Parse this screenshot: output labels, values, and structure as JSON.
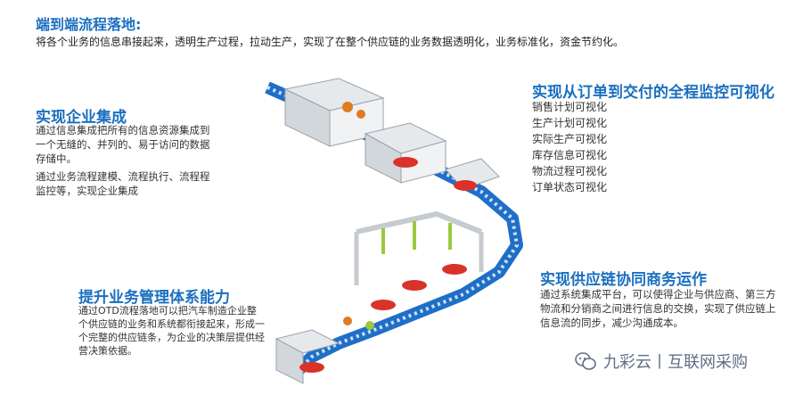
{
  "intro": {
    "title": "端到端流程落地:",
    "text": "将各个业务的信息串接起来，透明生产过程，拉动生产，实现了在整个供应链的业务数据透明化，业务标准化，资金节约化。"
  },
  "enterprise_integration": {
    "title": "实现企业集成",
    "para1": "通过信息集成把所有的信息资源集成到一个无缝的、并列的、易于访问的数据存储中。",
    "para2": "通过业务流程建模、流程执行、流程程监控等，实现企业集成"
  },
  "monitoring": {
    "title": "实现从订单到交付的全程监控可视化",
    "items": [
      "销售计划可视化",
      "生产计划可视化",
      "实际生产可视化",
      "库存信息可视化",
      "物流过程可视化",
      "订单状态可视化"
    ]
  },
  "supply_chain": {
    "title": "实现供应链协同商务运作",
    "text": "通过系统集成平台，可以使得企业与供应商、第三方物流和分销商之间进行信息的交换，实现了供应链上信息流的同步，减少沟通成本。"
  },
  "business_mgmt": {
    "title": "提升业务管理体系能力",
    "text": "通过OTD流程落地可以把汽车制造企业整个供应链的业务和系统都衔接起来，形成一个完整的供应链条，为企业的决策层提供经营决策依据。"
  },
  "watermark": {
    "text": "九彩云丨互联网采购",
    "icon": "wechat-icon"
  },
  "colors": {
    "title_blue": "#1a6fc0",
    "conveyor_blue": "#1f6fc8",
    "car_red": "#d9322b",
    "robot_orange": "#e07b1f",
    "robot_green": "#9cc93c"
  }
}
